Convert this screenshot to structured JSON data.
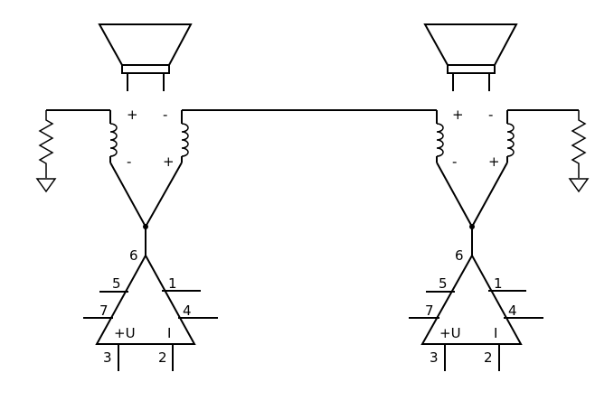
{
  "colors": {
    "ink": "#000000",
    "background": "#ffffff"
  },
  "circuits": [
    {
      "id": "left",
      "transformer": {
        "primary_top_polarity": "+",
        "primary_bottom_polarity": "-",
        "secondary_top_polarity": "-",
        "secondary_bottom_polarity": "+"
      },
      "opamp": {
        "inner_label": "+U",
        "inner_right_label": "I",
        "pins": {
          "p6": "6",
          "p5": "5",
          "p1": "1",
          "p7": "7",
          "p4": "4",
          "p3": "3",
          "p2": "2"
        }
      }
    },
    {
      "id": "right",
      "transformer": {
        "primary_top_polarity": "+",
        "primary_bottom_polarity": "-",
        "secondary_top_polarity": "-",
        "secondary_bottom_polarity": "+"
      },
      "opamp": {
        "inner_label": "+U",
        "inner_right_label": "I",
        "pins": {
          "p6": "6",
          "p5": "5",
          "p1": "1",
          "p7": "7",
          "p4": "4",
          "p3": "3",
          "p2": "2"
        }
      }
    }
  ],
  "icons": {
    "speaker": "speaker-icon",
    "resistor": "resistor-icon",
    "ground": "ground-icon",
    "coil": "coil-icon",
    "junction": "junction-dot-icon"
  }
}
